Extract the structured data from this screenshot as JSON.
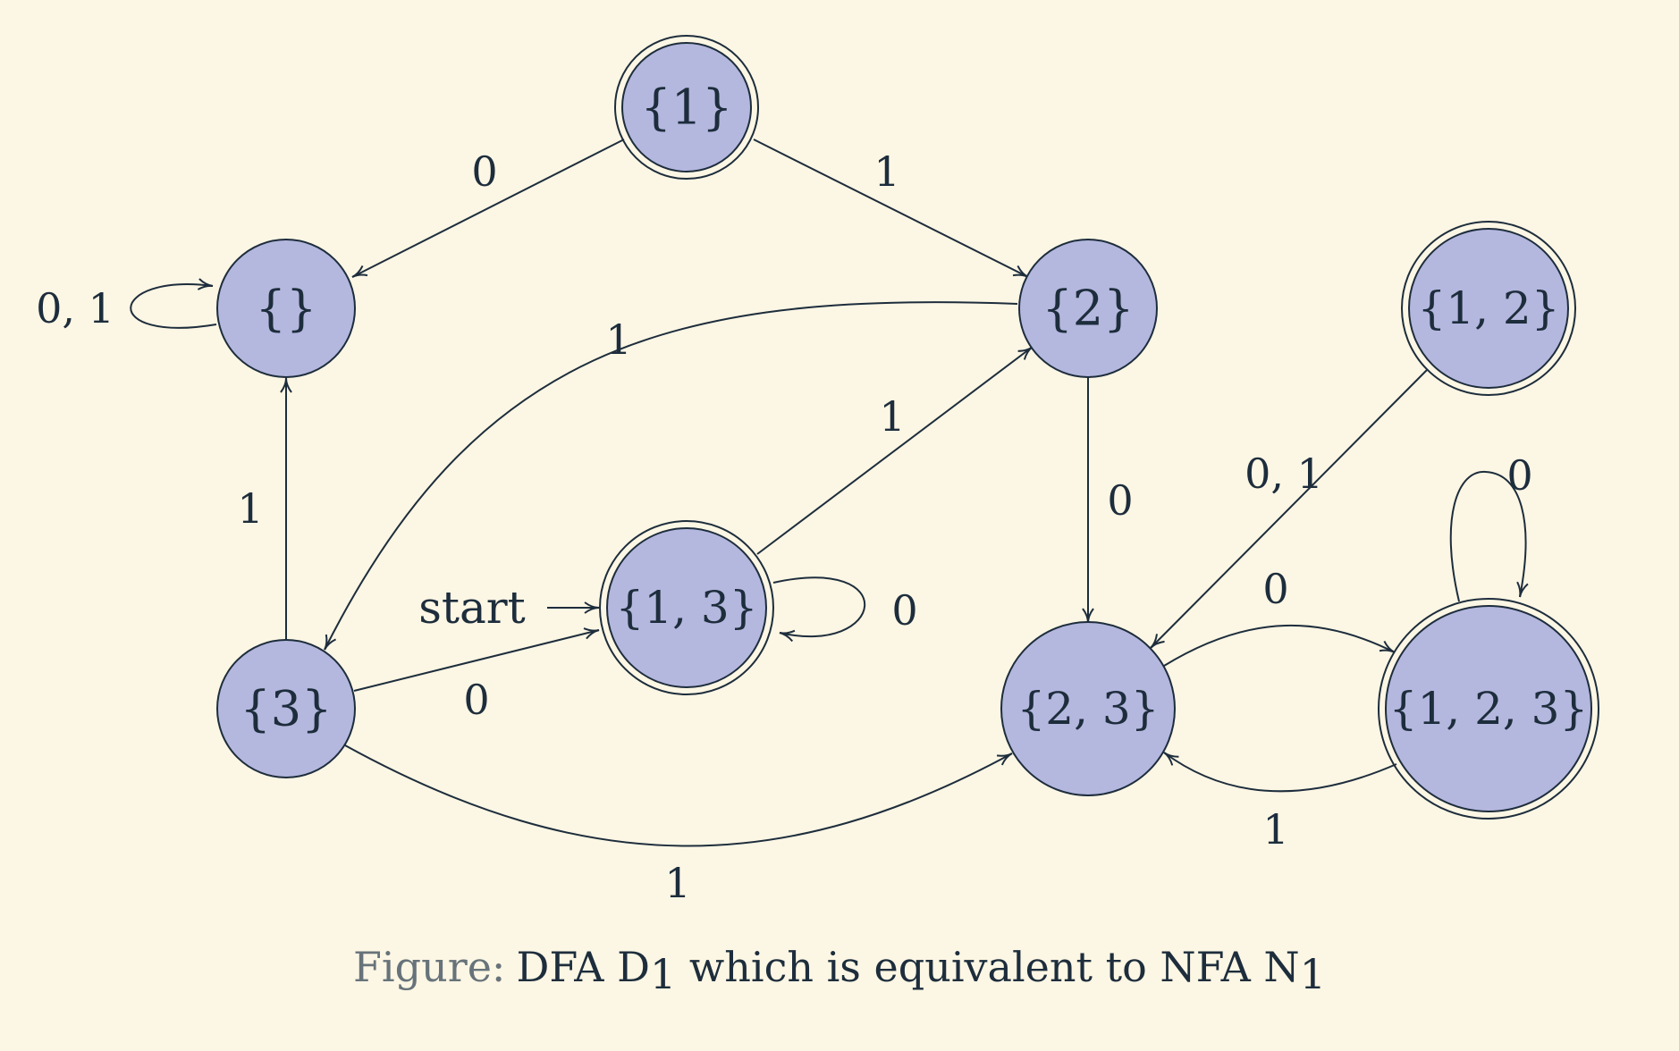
{
  "diagram": {
    "states": [
      {
        "id": "s1",
        "label": "{1}",
        "accepting": true
      },
      {
        "id": "empty",
        "label": "{}",
        "accepting": false
      },
      {
        "id": "s2",
        "label": "{2}",
        "accepting": false
      },
      {
        "id": "s12",
        "label": "{1, 2}",
        "accepting": true
      },
      {
        "id": "s13",
        "label": "{1, 3}",
        "accepting": true,
        "start": true
      },
      {
        "id": "s3",
        "label": "{3}",
        "accepting": false
      },
      {
        "id": "s23",
        "label": "{2, 3}",
        "accepting": false
      },
      {
        "id": "s123",
        "label": "{1, 2, 3}",
        "accepting": true
      }
    ],
    "transitions": [
      {
        "from": "s1",
        "to": "empty",
        "label": "0"
      },
      {
        "from": "s1",
        "to": "s2",
        "label": "1"
      },
      {
        "from": "empty",
        "to": "empty",
        "label": "0, 1"
      },
      {
        "from": "s2",
        "to": "s3",
        "label": "1"
      },
      {
        "from": "s2",
        "to": "s23",
        "label": "0"
      },
      {
        "from": "s12",
        "to": "s23",
        "label": "0, 1"
      },
      {
        "from": "s13",
        "to": "s2",
        "label": "1"
      },
      {
        "from": "s13",
        "to": "s13",
        "label": "0"
      },
      {
        "from": "s3",
        "to": "empty",
        "label": "1"
      },
      {
        "from": "s3",
        "to": "s13",
        "label": "0"
      },
      {
        "from": "s3",
        "to": "s23",
        "label": "1"
      },
      {
        "from": "s23",
        "to": "s123",
        "label": "0"
      },
      {
        "from": "s123",
        "to": "s23",
        "label": "1"
      },
      {
        "from": "s123",
        "to": "s123",
        "label": "0"
      }
    ],
    "start_label": "start"
  },
  "caption": {
    "prefix": "Figure:",
    "text_before_d": "DFA D",
    "d_subscript": "1",
    "text_middle": " which is equivalent to NFA N",
    "n_subscript": "1"
  }
}
